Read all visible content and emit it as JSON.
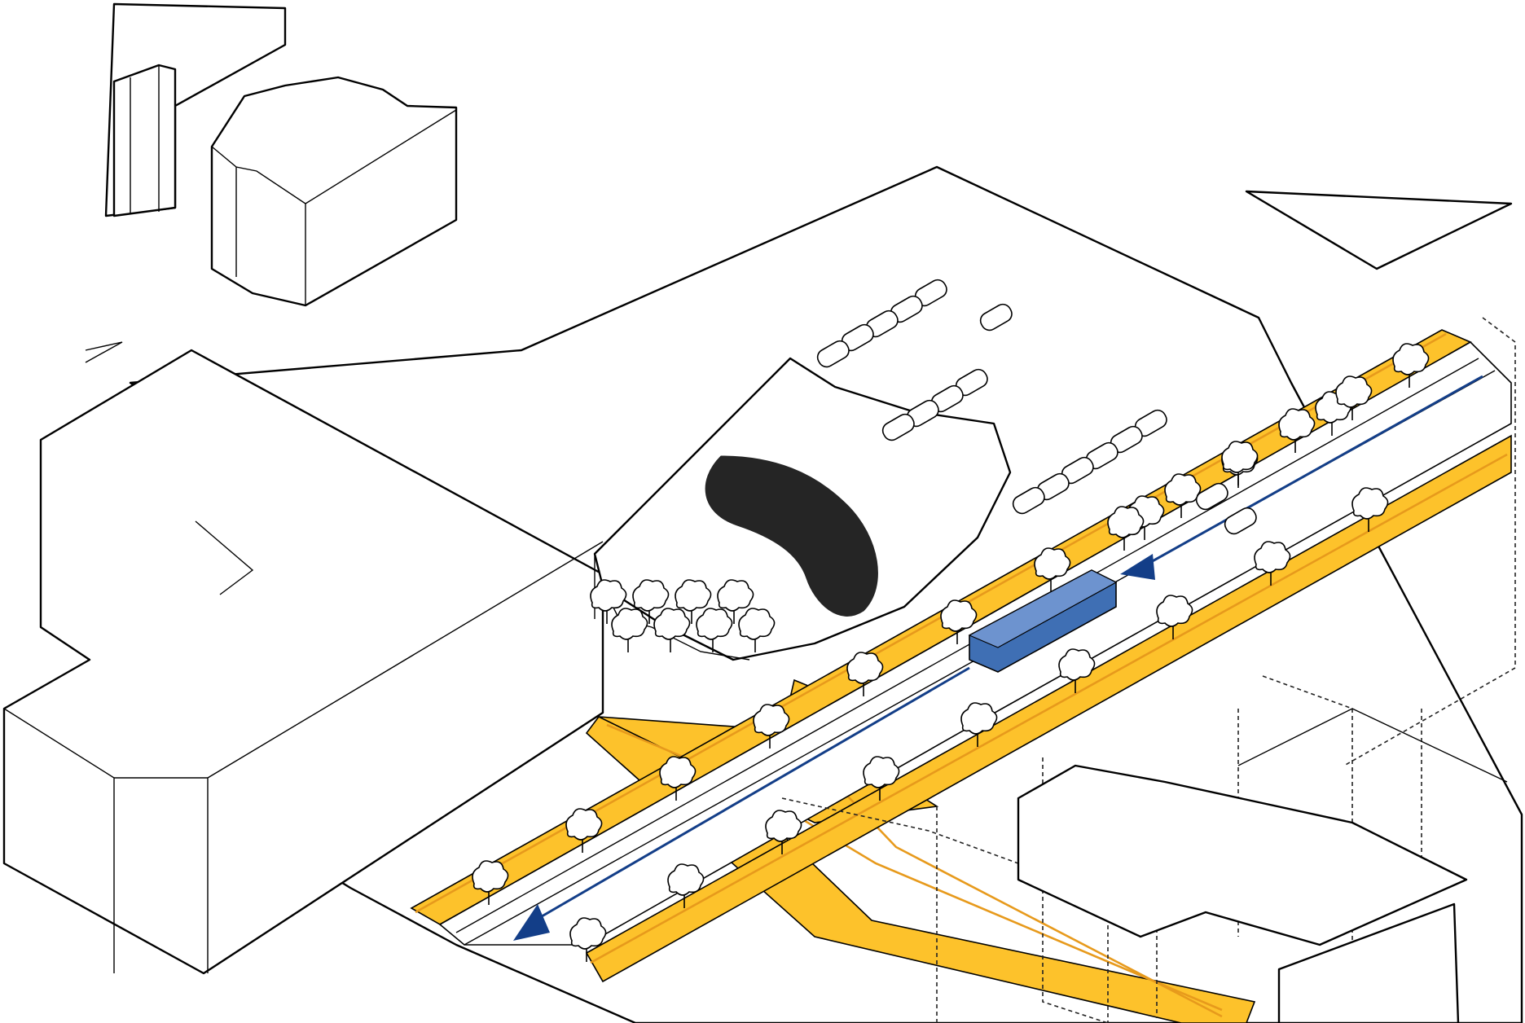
{
  "colors": {
    "route": "#fdc22b",
    "route_edge": "#e79a1c",
    "transit": "#133e88",
    "vehicle": "#3f6fb4",
    "line": "#000000",
    "background": "#ffffff"
  },
  "layers": {
    "context_buildings": 7,
    "ghost_buildings": 3,
    "canopy_roof": 1,
    "parked_cars": 24,
    "street_trees": 38
  },
  "legend": []
}
